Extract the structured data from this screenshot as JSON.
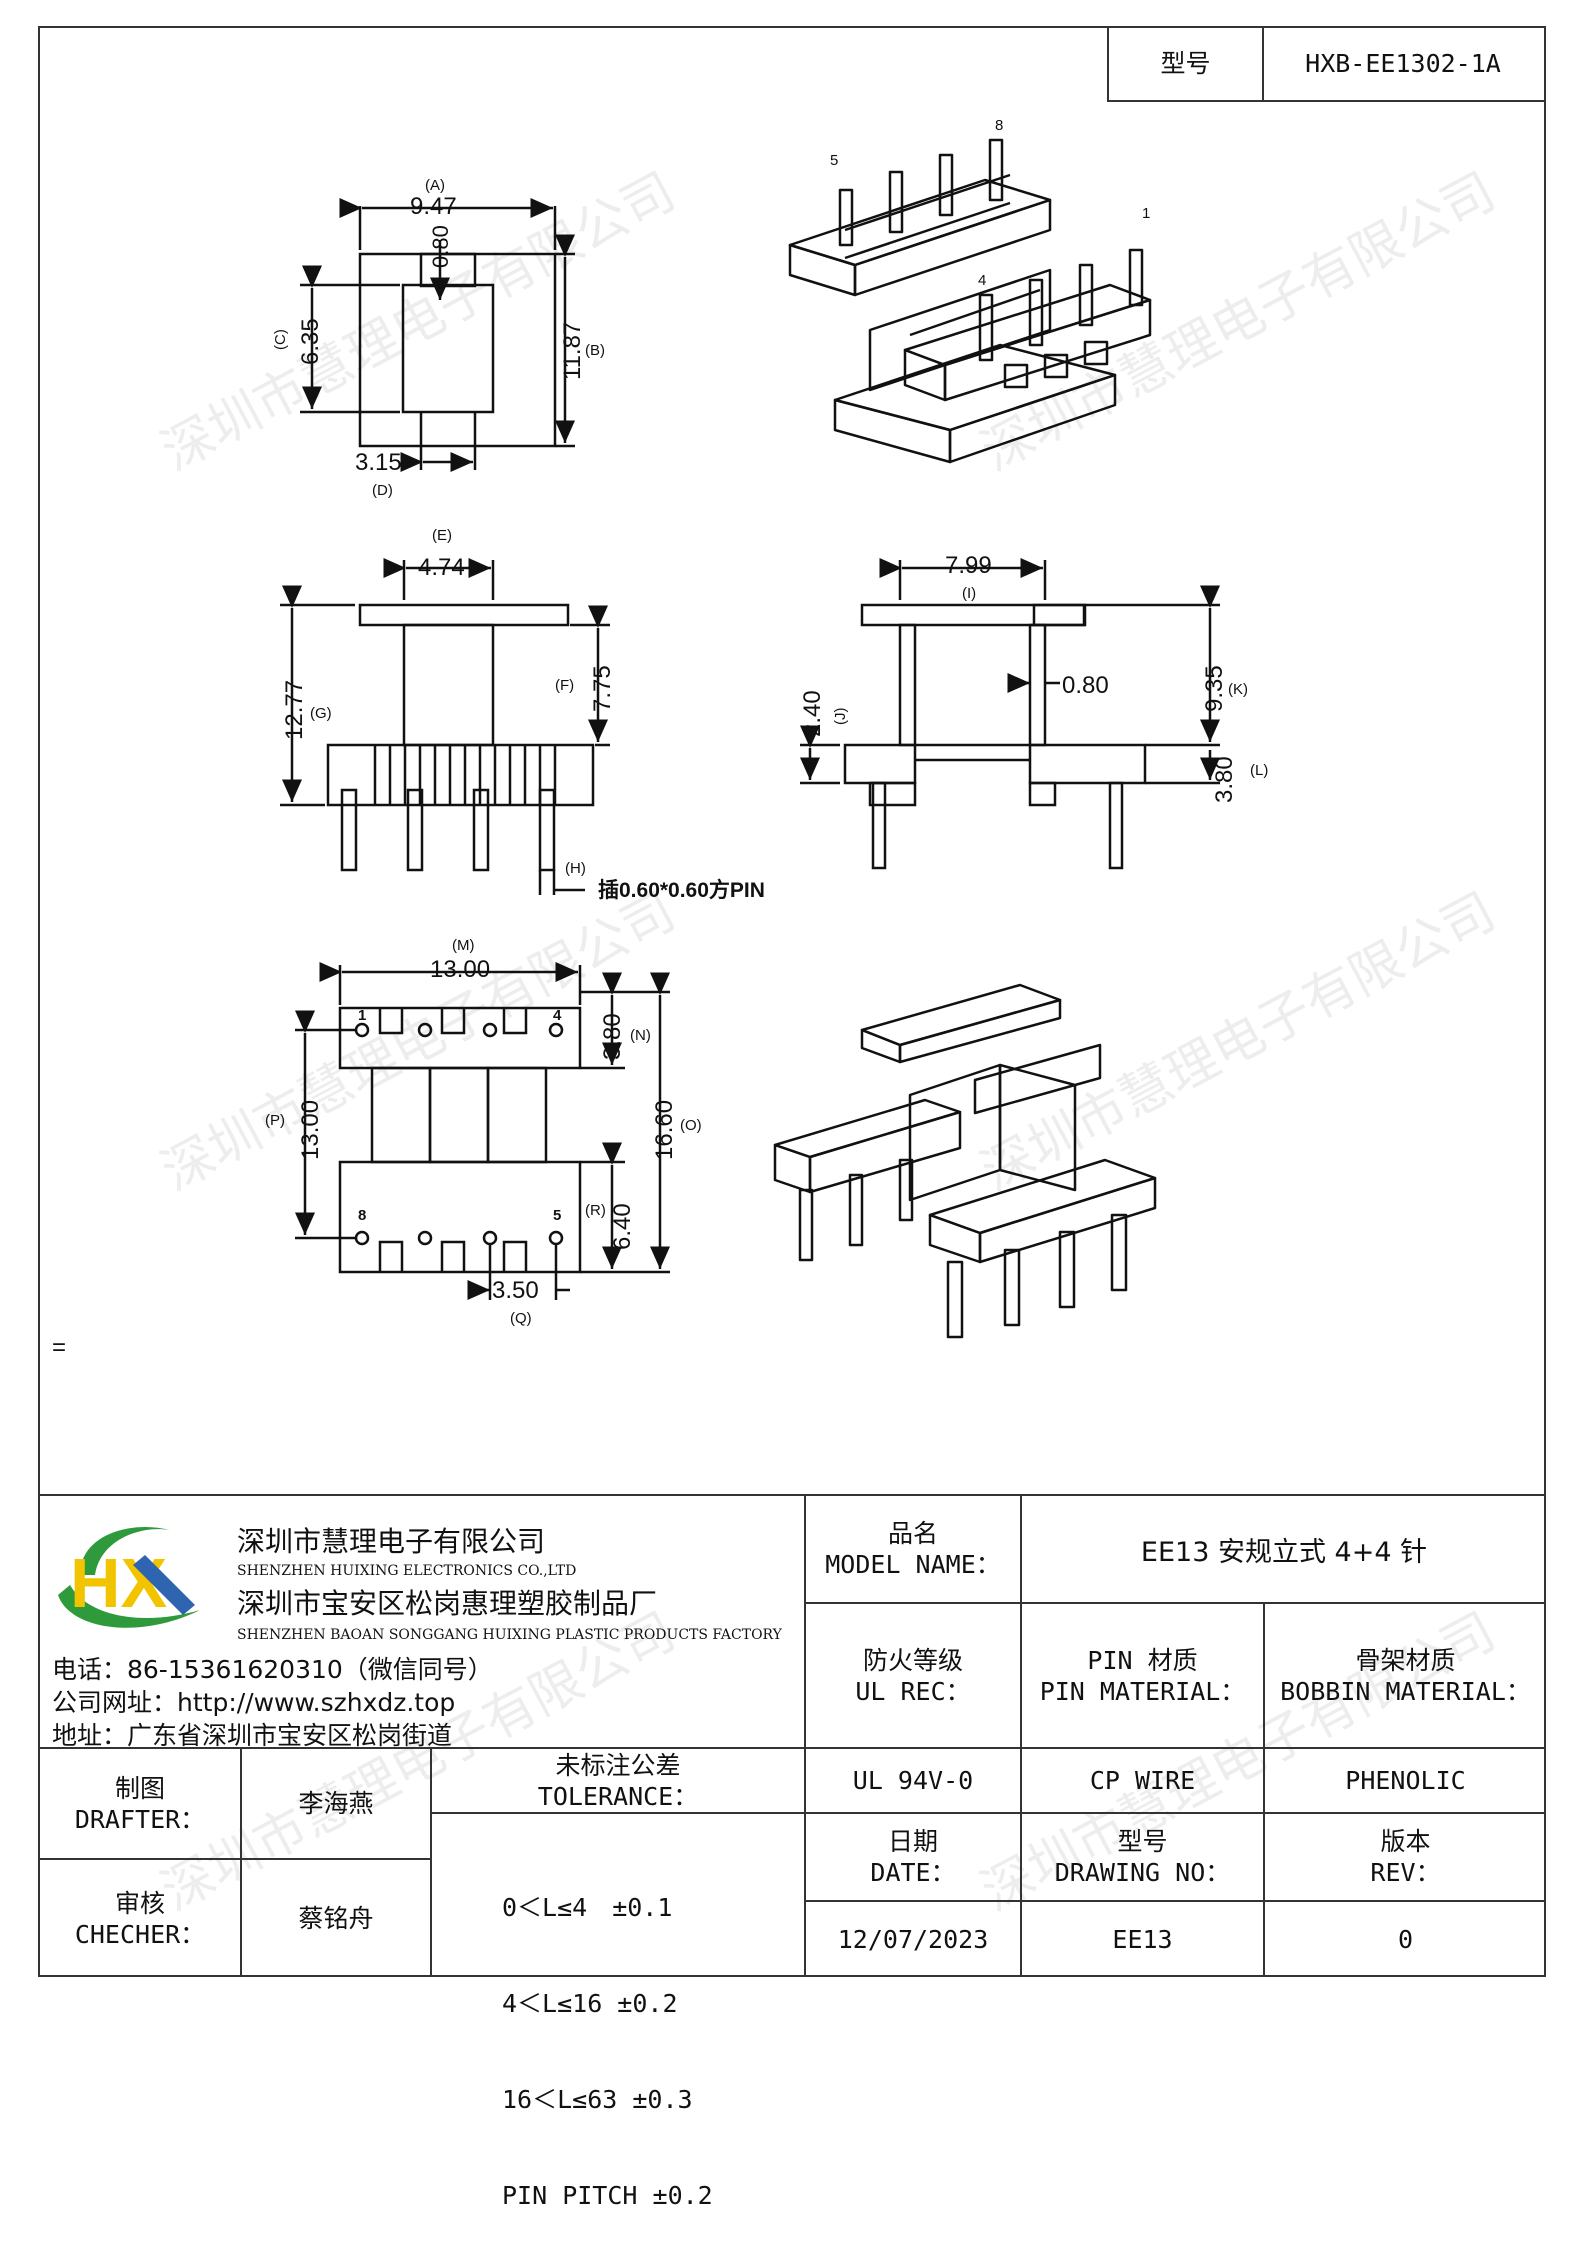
{
  "header": {
    "model_label": "型号",
    "model_value": "HXB-EE1302-1A"
  },
  "drawing": {
    "top_view": {
      "A_label": "(A)",
      "A_val": "9.47",
      "top_gap": "0.80",
      "C_label": "(C)",
      "C_val": "6.35",
      "B_label": "(B)",
      "B_val": "11.87",
      "D_val": "3.15",
      "D_label": "(D)"
    },
    "iso_top": {
      "pin5": "5",
      "pin8": "8",
      "pin1": "1",
      "pin4": "4"
    },
    "front_view": {
      "E_label": "(E)",
      "E_val": "4.74",
      "G_val": "12.77",
      "G_label": "(G)",
      "F_label": "(F)",
      "F_val": "7.75",
      "H_label": "(H)",
      "pin_note": "插0.60*0.60方PIN"
    },
    "side_view": {
      "I_val": "7.99",
      "I_label": "(I)",
      "K_val": "9.35",
      "K_label": "(K)",
      "flange": "0.80",
      "J_val": "2.40",
      "J_label": "(J)",
      "L_val": "3.80",
      "L_label": "(L)"
    },
    "bottom_view": {
      "M_label": "(M)",
      "M_val": "13.00",
      "N_val": "3.80",
      "N_label": "(N)",
      "O_val": "16.60",
      "O_label": "(O)",
      "P_label": "(P)",
      "P_val": "13.00",
      "R_label": "(R)",
      "R_val": "6.40",
      "Q_val": "3.50",
      "Q_label": "(Q)",
      "pin1": "1",
      "pin4": "4",
      "pin8": "8",
      "pin5": "5"
    },
    "stray_mark": "="
  },
  "company": {
    "name_cn": "深圳市慧理电子有限公司",
    "name_en": "SHENZHEN HUIXING ELECTRONICS CO.,LTD",
    "factory_cn": "深圳市宝安区松岗惠理塑胶制品厂",
    "factory_en": "SHENZHEN BAOAN SONGGANG HUIXING PLASTIC PRODUCTS FACTORY",
    "phone": "电话：86-15361620310（微信同号）",
    "website": "公司网址：http://www.szhxdz.top",
    "address": "地址：广东省深圳市宝安区松岗街道",
    "logo_text": "HX",
    "colors": {
      "logo_green": "#2e9a3c",
      "logo_yellow": "#f2c400",
      "logo_blue": "#2f64b0"
    }
  },
  "title_block": {
    "model_name_cn": "品名",
    "model_name_en": "MODEL NAME：",
    "model_name_value": "EE13 安规立式 4+4 针",
    "ul_cn": "防火等级",
    "ul_en": "UL REC：",
    "pin_mat_cn": "PIN 材质",
    "pin_mat_en": "PIN MATERIAL：",
    "bobbin_cn": "骨架材质",
    "bobbin_en": "BOBBIN MATERIAL：",
    "ul_value": "UL 94V-0",
    "pin_value": "CP WIRE",
    "bobbin_value": "PHENOLIC",
    "drafter_cn": "制图",
    "drafter_en": "DRAFTER：",
    "drafter_name": "李海燕",
    "tol_cn": "未标注公差",
    "tol_en": "TOLERANCE：",
    "tolerances": [
      "0＜L≤4　±0.1",
      "4＜L≤16 ±0.2",
      "16＜L≤63 ±0.3",
      "PIN PITCH ±0.2"
    ],
    "date_cn": "日期",
    "date_en": "DATE：",
    "drawing_no_cn": "型号",
    "drawing_no_en": "DRAWING NO：",
    "rev_cn": "版本",
    "rev_en": "REV：",
    "checker_cn": "审核",
    "checker_en": "CHECHER：",
    "checker_name": "蔡铭舟",
    "date_value": "12/07/2023",
    "drawing_no_value": "EE13",
    "rev_value": "0"
  }
}
